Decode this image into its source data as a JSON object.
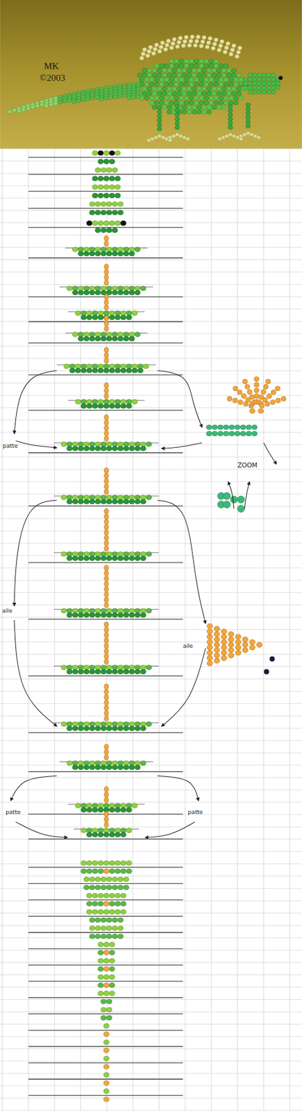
{
  "diagram": {
    "labels": [
      "MK",
      "©2003",
      "patte",
      "ZOOM",
      "aile",
      "aile",
      "patte",
      "patte"
    ]
  }
}
